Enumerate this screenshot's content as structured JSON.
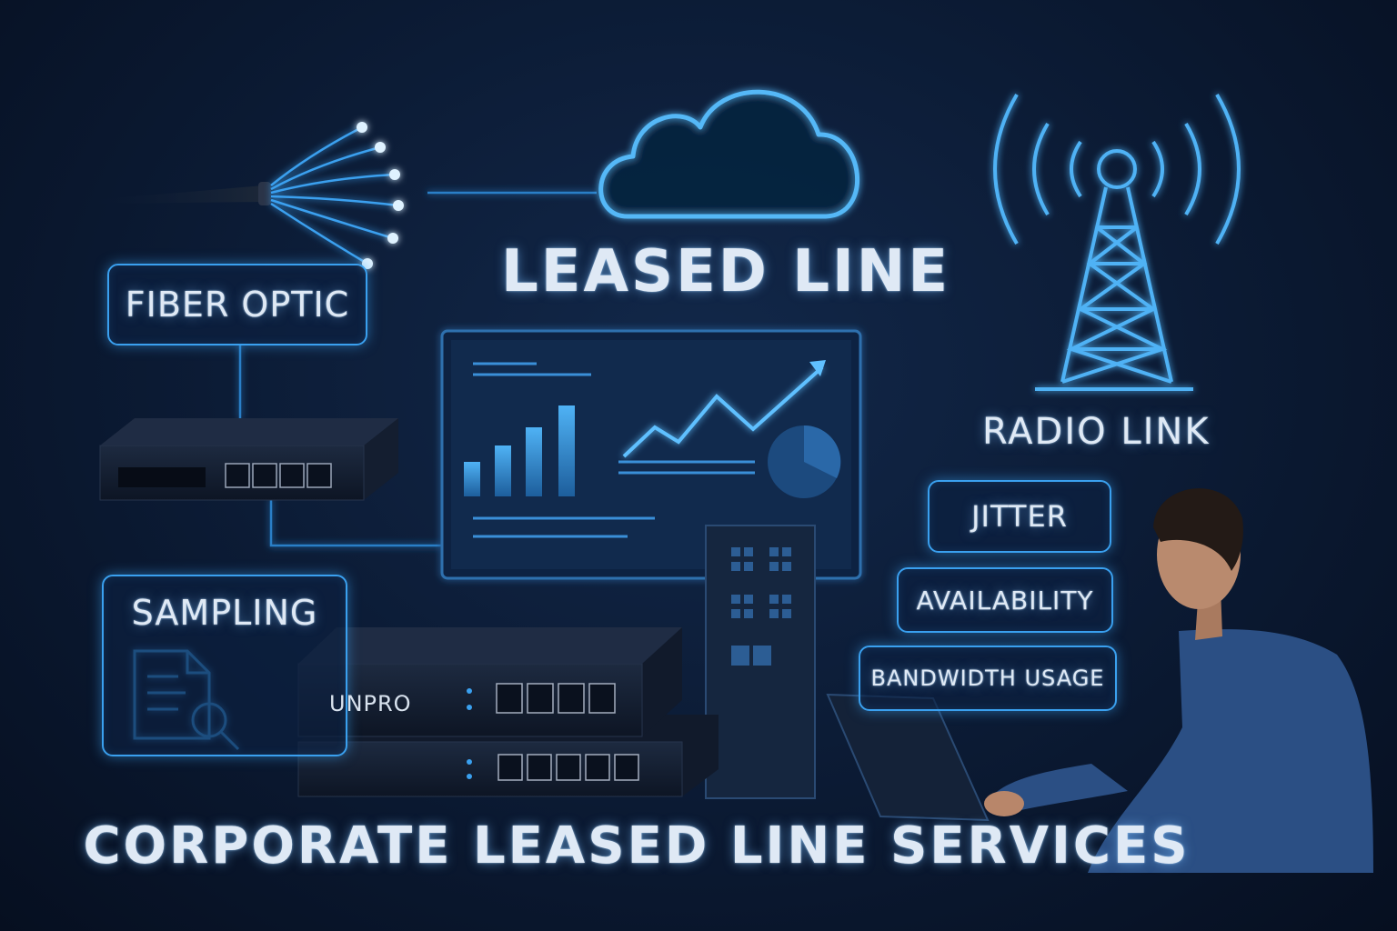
{
  "headline": "LEASED LINE",
  "labels": {
    "fiber_optic": "FIBER OPTIC",
    "radio_link": "RADIO LINK",
    "sampling": "SAMPLING",
    "jitter": "JITTER",
    "availability": "AVAILABILITY",
    "bandwidth_usage": "BANDWIDTH USAGE"
  },
  "device_label": "UNPRO",
  "footer_title": "CORPORATE LEASED LINE SERVICES",
  "colors": {
    "background": "#0b1a33",
    "accent": "#3aa0ef",
    "text": "#dfe9f5"
  },
  "icons": [
    "fiber-optic-cable-icon",
    "cloud-icon",
    "radio-tower-icon",
    "document-search-icon",
    "building-icon",
    "pie-chart-icon",
    "trend-arrow-icon"
  ]
}
